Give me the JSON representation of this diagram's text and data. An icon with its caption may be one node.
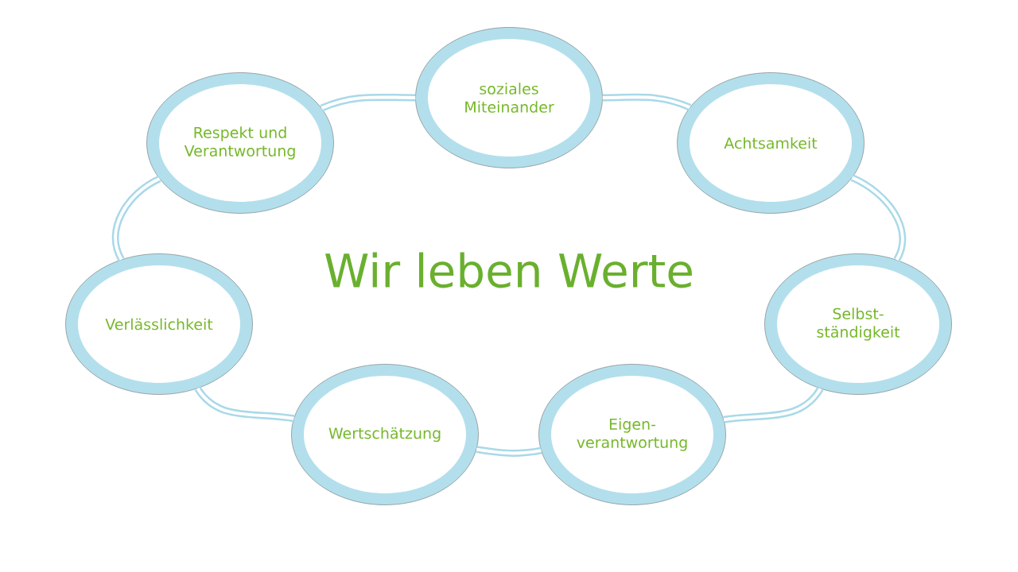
{
  "diagram": {
    "title": "Wir leben Werte",
    "nodes": [
      {
        "text": [
          "soziales Miteinander"
        ]
      },
      {
        "text": [
          "Respekt und Verantwortung"
        ]
      },
      {
        "text": [
          "Achtsamkeit"
        ]
      },
      {
        "text": [
          "Verlässlichkeit"
        ]
      },
      {
        "text": [
          "Selbst- ständigkeit"
        ]
      },
      {
        "text": [
          "Wertschätzung"
        ]
      },
      {
        "text": [
          "Eigen- verantwortung"
        ]
      }
    ],
    "edges": [
      {
        "from": 1,
        "to": 0,
        "arrow": "none"
      },
      {
        "from": 0,
        "to": 2,
        "arrow": "none"
      },
      {
        "from": 2,
        "to": 4,
        "arrow": "none"
      },
      {
        "from": 4,
        "to": 6,
        "arrow": "none"
      },
      {
        "from": 6,
        "to": 5,
        "arrow": "none"
      },
      {
        "from": 5,
        "to": 3,
        "arrow": "none"
      },
      {
        "from": 3,
        "to": 1,
        "arrow": "none"
      }
    ]
  }
}
